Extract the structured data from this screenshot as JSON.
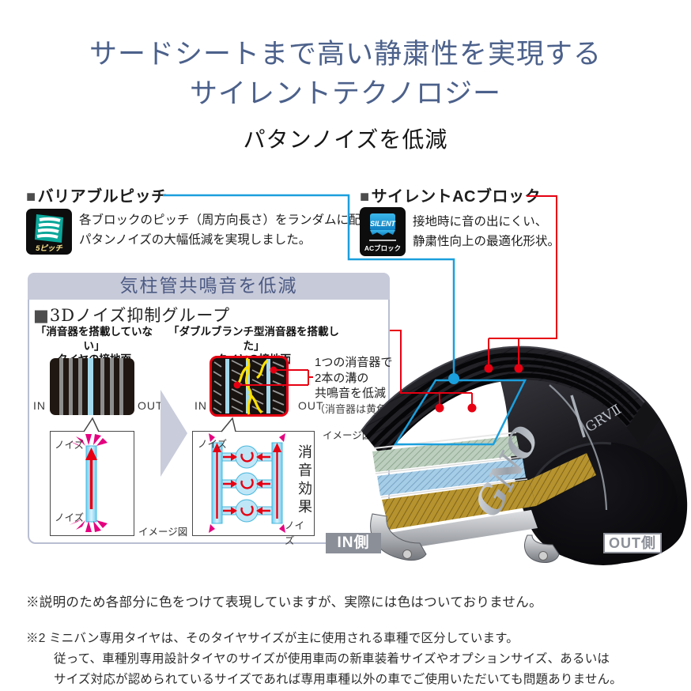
{
  "title": {
    "line1": "サードシートまで高い静粛性を実現する",
    "line2": "サイレントテクノロジー"
  },
  "subtitle": "パタンノイズを低減",
  "ui": {
    "bullet": "■"
  },
  "features": {
    "variable_pitch": {
      "heading": "バリアブルピッチ",
      "icon_label": "5ピッチ",
      "desc1": "各ブロックのピッチ（周方向長さ）をランダムに配列し、",
      "desc2": "パタンノイズの大幅低減を実現しました。"
    },
    "silent_ac": {
      "heading": "サイレントACブロック",
      "icon_top": "SILENT",
      "icon_bottom": "ACブロック",
      "desc1": "接地時に音の出にくい、",
      "desc2": "静粛性向上の最適化形状。"
    }
  },
  "panel": {
    "header": "気柱管共鳴音を低減",
    "subheading": "3Dノイズ抑制グループ",
    "left": {
      "caption1": "「消音器を搭載していない」",
      "caption2": "タイヤの接地面"
    },
    "right": {
      "caption1": "「ダブルブランチ型消音器を搭載した」",
      "caption2": "タイヤの接地面",
      "effect": "消音効果",
      "annotation": {
        "l1": "1つの消音器で",
        "l2": "2本の溝の",
        "l3": "共鳴音を低減",
        "l4": "（消音器は黄色）"
      }
    }
  },
  "labels": {
    "in": "IN",
    "out": "OUT",
    "noise": "ノイズ",
    "image_note": "イメージ図"
  },
  "tire": {
    "in_label": "IN側",
    "out_label": "OUT側",
    "brand": "GNO",
    "model": "GRVⅡ"
  },
  "notes": {
    "n1": "※説明のため各部分に色をつけて表現していますが、実際には色はついておりません。",
    "n2a": "※2 ミニバン専用タイヤは、そのタイヤサイズが主に使用される車種で区分しています。",
    "n2b": "従って、車種別専用設計タイヤのサイズが使用車両の新車装着サイズやオプションサイズ、あるいは",
    "n2c": "サイズ対応が認められているサイズであれば専用車種以外の車でご使用いただいても問題ありません。"
  },
  "colors": {
    "accent_cyan": "#1b9fdd",
    "accent_red": "#e60012",
    "magenta": "#e4007f",
    "yellow": "#ffe100",
    "teal_icon": "#0ba79a",
    "title_blue": "#4c618b",
    "panel_border": "#b9bed2",
    "panel_header_bg": "#c7cada",
    "gray_label": "#8b8f98"
  }
}
